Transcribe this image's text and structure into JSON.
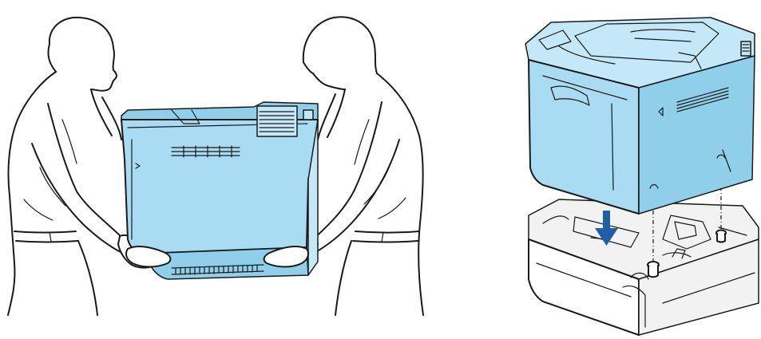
{
  "scene": {
    "panels": [
      {
        "id": "lift",
        "icon": "two-people-lifting-printer-icon"
      },
      {
        "id": "install",
        "icon": "printer-on-lower-tray-icon"
      }
    ],
    "colors": {
      "printer": "#a9dcf2",
      "printer_shade": "#8fcfea",
      "arrow": "#1f5fa8",
      "outline": "#1a1a1a",
      "tray": "#f2f2f2"
    },
    "arrow_direction": "down"
  }
}
